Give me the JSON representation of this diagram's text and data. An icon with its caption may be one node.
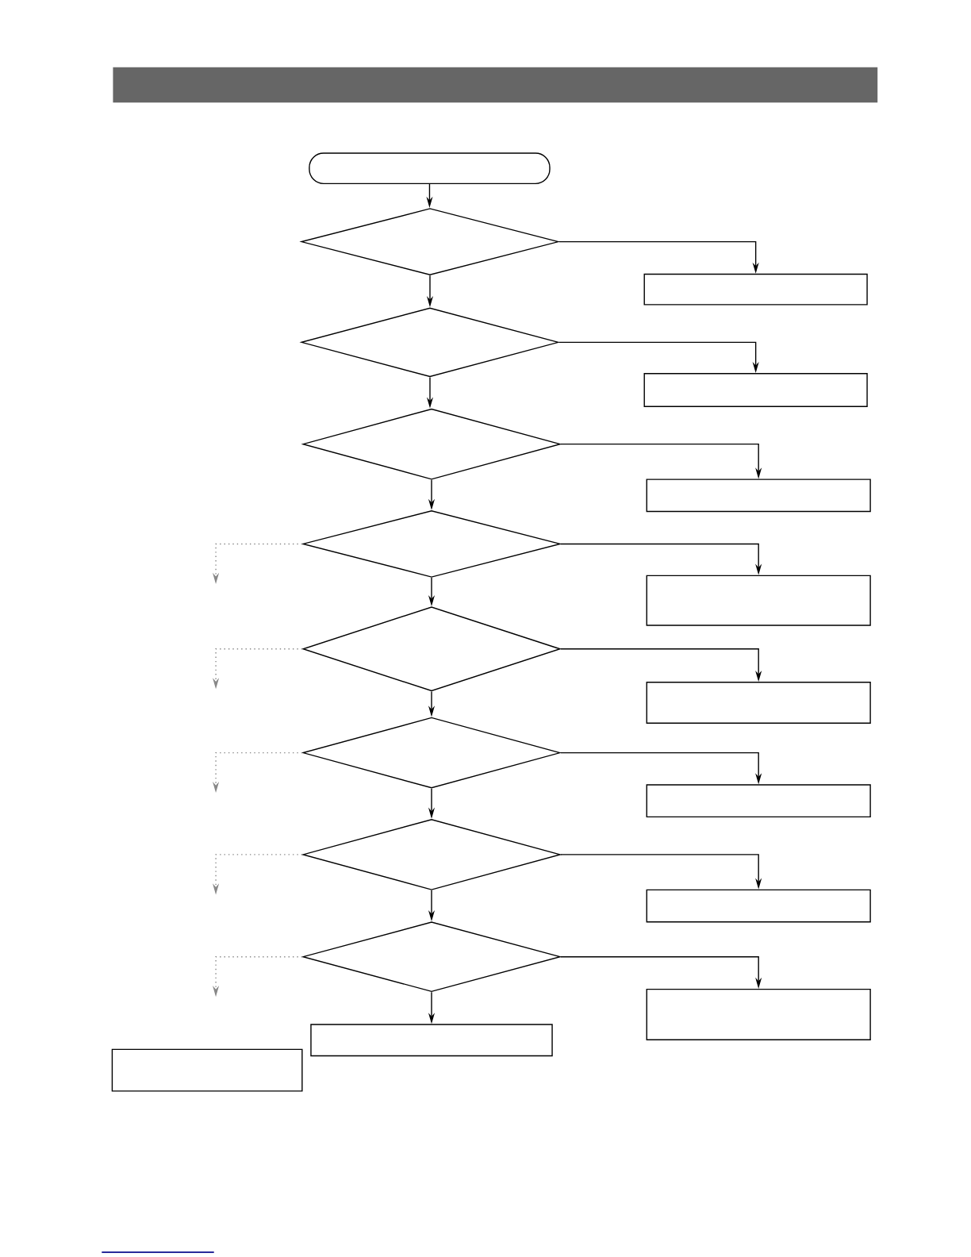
{
  "diagram": {
    "nodes": [
      {
        "text": [],
        "shape": "terminal"
      },
      {
        "text": [],
        "shape": "diamond"
      },
      {
        "text": [],
        "shape": "box"
      },
      {
        "text": [],
        "shape": "diamond"
      },
      {
        "text": [],
        "shape": "box"
      },
      {
        "text": [],
        "shape": "diamond"
      },
      {
        "text": [],
        "shape": "box"
      },
      {
        "text": [],
        "shape": "diamond"
      },
      {
        "text": [],
        "shape": "box"
      },
      {
        "text": [],
        "shape": "diamond"
      },
      {
        "text": [],
        "shape": "box"
      },
      {
        "text": [],
        "shape": "diamond"
      },
      {
        "text": [],
        "shape": "box"
      },
      {
        "text": [],
        "shape": "diamond"
      },
      {
        "text": [],
        "shape": "box"
      },
      {
        "text": [],
        "shape": "diamond"
      },
      {
        "text": [],
        "shape": "box"
      },
      {
        "text": [],
        "shape": "box"
      },
      {
        "text": [],
        "shape": "box"
      }
    ],
    "edges": [
      {
        "from": 0,
        "to": 1,
        "arrow": "to"
      },
      {
        "from": 1,
        "to": 2,
        "arrow": "to"
      },
      {
        "from": 1,
        "to": 3,
        "arrow": "to"
      },
      {
        "from": 3,
        "to": 4,
        "arrow": "to"
      },
      {
        "from": 3,
        "to": 5,
        "arrow": "to"
      },
      {
        "from": 5,
        "to": 6,
        "arrow": "to"
      },
      {
        "from": 5,
        "to": 7,
        "arrow": "to"
      },
      {
        "from": 7,
        "to": 8,
        "arrow": "to"
      },
      {
        "from": 7,
        "to": null,
        "arrow": "to",
        "style": "dashed",
        "color": "#888888"
      },
      {
        "from": 7,
        "to": 9,
        "arrow": "to"
      },
      {
        "from": 9,
        "to": 10,
        "arrow": "to"
      },
      {
        "from": 9,
        "to": null,
        "arrow": "to",
        "style": "dashed",
        "color": "#888888"
      },
      {
        "from": 9,
        "to": 11,
        "arrow": "to"
      },
      {
        "from": 11,
        "to": 12,
        "arrow": "to"
      },
      {
        "from": 11,
        "to": null,
        "arrow": "to",
        "style": "dashed",
        "color": "#888888"
      },
      {
        "from": 11,
        "to": 13,
        "arrow": "to"
      },
      {
        "from": 13,
        "to": 14,
        "arrow": "to"
      },
      {
        "from": 13,
        "to": null,
        "arrow": "to",
        "style": "dashed",
        "color": "#888888"
      },
      {
        "from": 13,
        "to": 15,
        "arrow": "to"
      },
      {
        "from": 15,
        "to": 16,
        "arrow": "to"
      },
      {
        "from": 15,
        "to": null,
        "arrow": "to",
        "style": "dashed",
        "color": "#888888"
      },
      {
        "from": 15,
        "to": 17,
        "arrow": "to"
      }
    ]
  }
}
